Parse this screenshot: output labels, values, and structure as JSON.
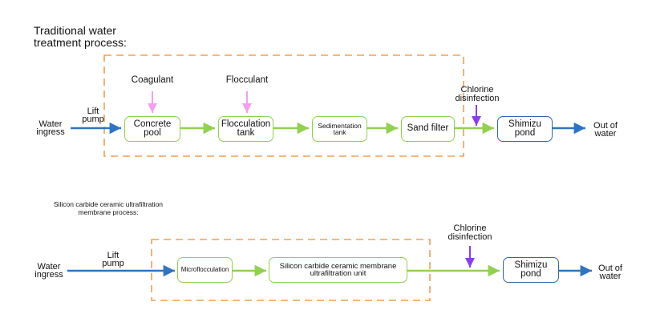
{
  "traditional": {
    "title_line1": "Traditional water",
    "title_line2": "treatment process:",
    "water_ingress_line1": "Water",
    "water_ingress_line2": "ingress",
    "lift_pump_line1": "Lift",
    "lift_pump_line2": "pump",
    "coagulant": "Coagulant",
    "flocculant": "Flocculant",
    "concrete_pool_line1": "Concrete",
    "concrete_pool_line2": "pool",
    "flocculation_tank_line1": "Flocculation",
    "flocculation_tank_line2": "tank",
    "sedimentation_tank_line1": "Sedimentation",
    "sedimentation_tank_line2": "tank",
    "sand_filter": "Sand filter",
    "chlorine_line1": "Chlorine",
    "chlorine_line2": "disinfection",
    "shimizu_pond_line1": "Shimizu",
    "shimizu_pond_line2": "pond",
    "out_of_water_line1": "Out of",
    "out_of_water_line2": "water"
  },
  "membrane": {
    "title_line1": "Silicon carbide ceramic ultrafiltration",
    "title_line2": "membrane process:",
    "water_ingress_line1": "Water",
    "water_ingress_line2": "ingress",
    "lift_pump_line1": "Lift",
    "lift_pump_line2": "pump",
    "microflocculation": "Microflocculation",
    "uf_unit_line1": "Silicon carbide ceramic membrane",
    "uf_unit_line2": "ultrafiltration unit",
    "chlorine_line1": "Chlorine",
    "chlorine_line2": "disinfection",
    "shimizu_pond_line1": "Shimizu",
    "shimizu_pond_line2": "pond",
    "out_of_water_line1": "Out of",
    "out_of_water_line2": "water"
  },
  "colors": {
    "inflow_arrow": "#2f74c0",
    "process_arrow": "#92d050",
    "box_border": "#8fd14f",
    "pond_border": "#2f67b2",
    "dashed_frame": "#f0a050",
    "coagulant_arrow": "#f29ff0",
    "chlorine_arrow": "#8a3fe6"
  }
}
